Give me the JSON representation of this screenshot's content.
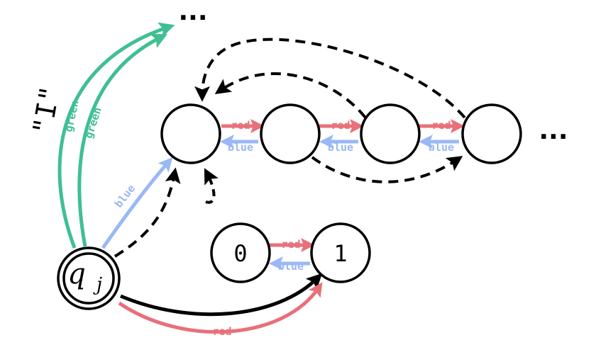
{
  "colors": {
    "red": "#e8707a",
    "blue": "#9ab8f5",
    "green": "#3fbf92",
    "black": "#000000"
  },
  "nodes": {
    "start_state": {
      "label_main": "q",
      "label_sub": "j"
    },
    "state_zero": {
      "label": "0"
    },
    "state_one": {
      "label": "1"
    }
  },
  "edge_labels": {
    "red": "red",
    "blue": "blue",
    "green": "green",
    "quote": "\"I\""
  },
  "ellipses": {
    "top": "...",
    "right": "..."
  }
}
